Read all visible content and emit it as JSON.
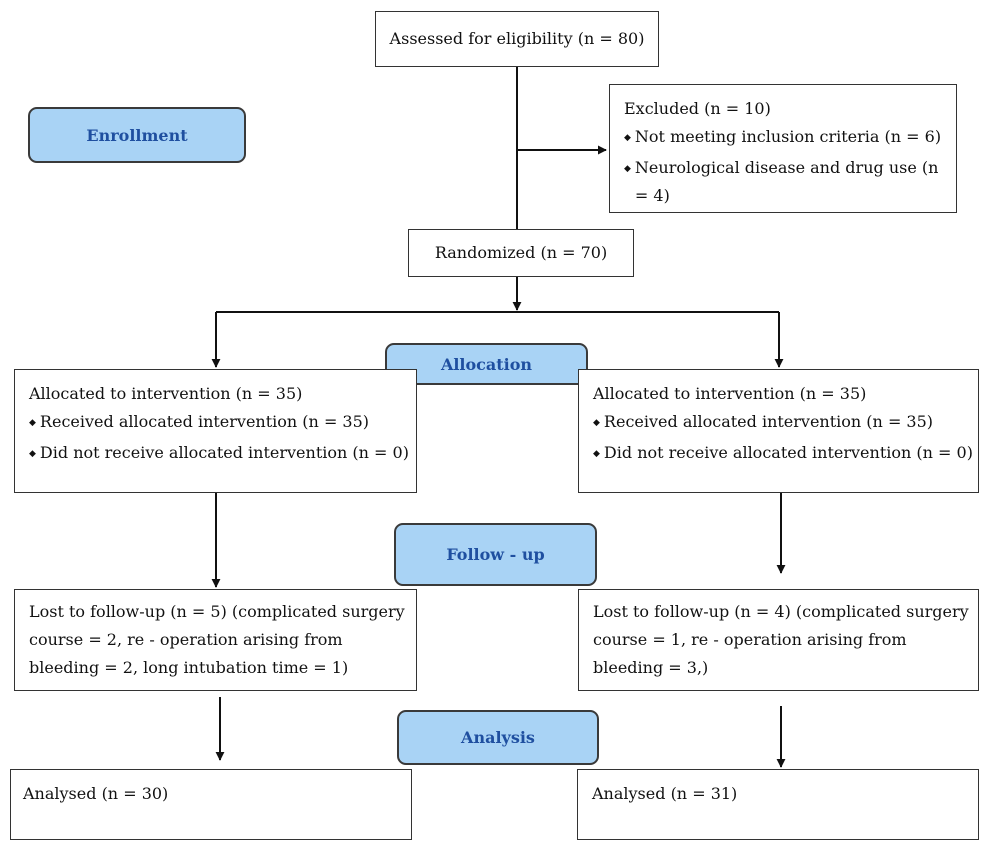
{
  "stages": {
    "enrollment": "Enrollment",
    "allocation": "Allocation",
    "followup": "Follow - up",
    "analysis": "Analysis"
  },
  "assessed": "Assessed for eligibility (n = 80)",
  "excluded": {
    "title": "Excluded (n = 10)",
    "items": [
      "Not meeting inclusion criteria (n = 6)",
      "Neurological disease and drug use (n = 4)"
    ]
  },
  "randomized": "Randomized (n = 70)",
  "allocation_left": {
    "title": "Allocated to intervention (n = 35)",
    "items": [
      "Received allocated intervention (n = 35)",
      "Did not receive allocated intervention (n = 0)"
    ]
  },
  "allocation_right": {
    "title": "Allocated to intervention (n = 35)",
    "items": [
      "Received allocated intervention (n = 35)",
      "Did not receive allocated intervention (n = 0)"
    ]
  },
  "followup_left": [
    "Lost to follow-up (n = 5) (complicated surgery",
    "course = 2, re - operation arising from",
    "bleeding = 2, long intubation time = 1)"
  ],
  "followup_right": [
    "Lost to follow-up (n = 4) (complicated surgery",
    "course = 1, re - operation arising from",
    "bleeding = 3,)"
  ],
  "analysed_left": "Analysed (n = 30)",
  "analysed_right": "Analysed (n = 31)"
}
